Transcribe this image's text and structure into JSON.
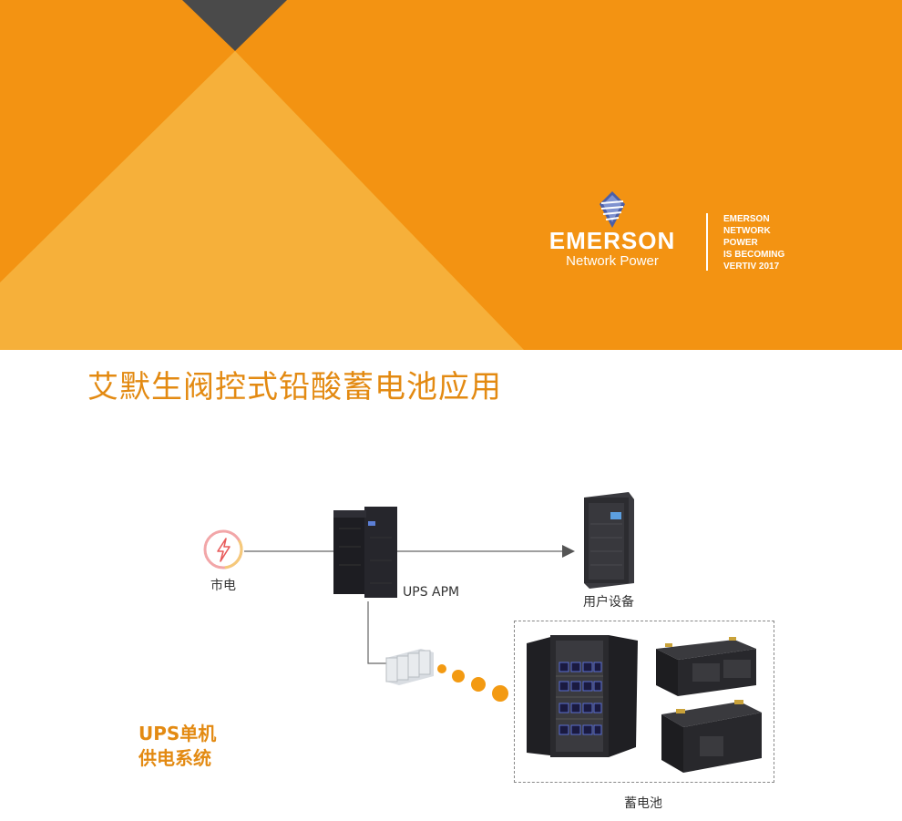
{
  "banner": {
    "colors": {
      "orange": "#f39312",
      "light_orange": "#f6b03a",
      "dark_triangle": "#4a4a4a"
    },
    "logo": {
      "icon": "emerson-logo-icon",
      "wordmark": "EMERSON",
      "sub": "Network Power",
      "tagline": [
        "EMERSON",
        "NETWORK",
        "POWER",
        "IS BECOMING",
        "VERTIV 2017"
      ]
    }
  },
  "title": "艾默生阀控式铅酸蓄电池应用",
  "diagram": {
    "mains_label": "市电",
    "mains_icon": "power-lightning-icon",
    "ups_label": "UPS APM",
    "ups_icon": "ups-cabinet-icon",
    "user_label": "用户设备",
    "user_icon": "server-rack-icon",
    "battery_string_icon": "battery-string-icon",
    "battery_label": "蓄电池",
    "battery_icons": [
      "battery-cabinet-icon",
      "battery-block-icon",
      "battery-block-large-icon"
    ],
    "system_title": [
      "UPS单机",
      "供电系统"
    ],
    "accent": "#e38a12"
  }
}
